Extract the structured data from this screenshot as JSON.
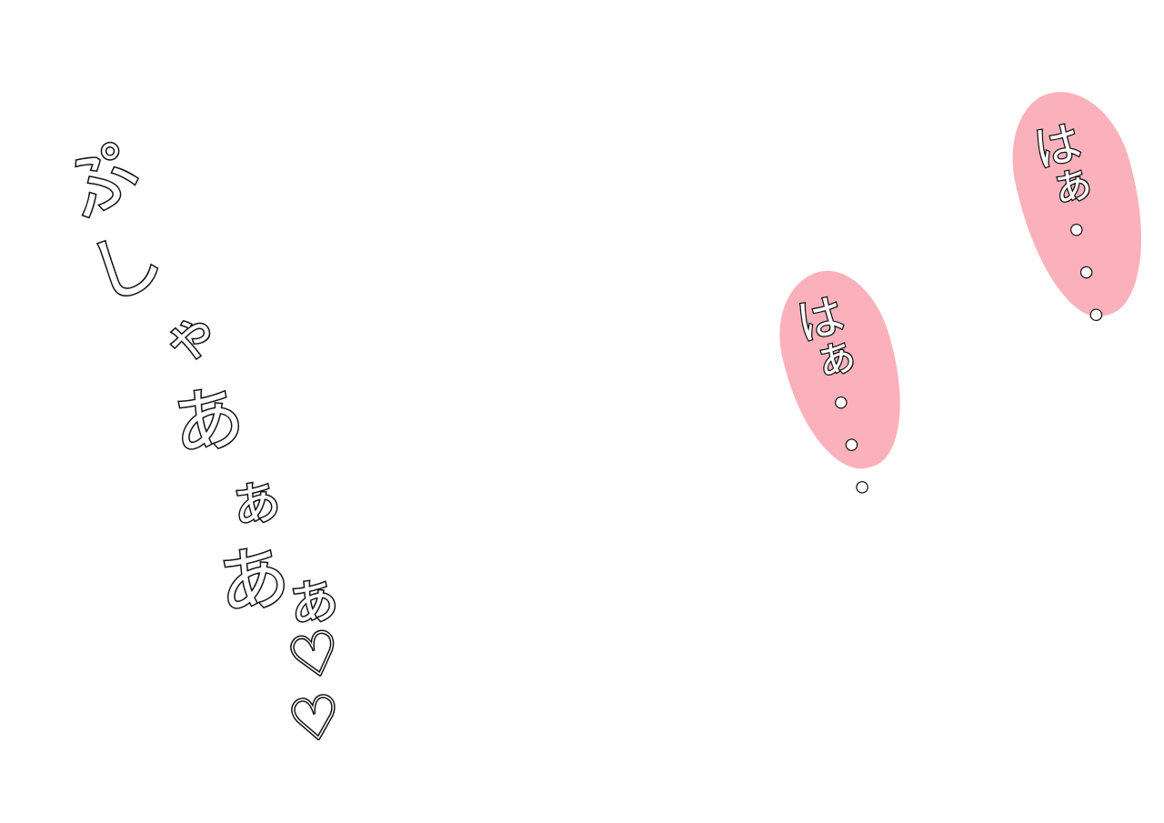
{
  "sound_effect": {
    "chars": [
      "ぷ",
      "し",
      "ゃ",
      "あ",
      "ぁ",
      "あ",
      "ぁ",
      "♡",
      "♡"
    ]
  },
  "pants": [
    {
      "text": "はぁ・・・"
    },
    {
      "text": "はぁ・・・"
    }
  ],
  "colors": {
    "background": "#ffffff",
    "bubble_fill": "#fbb1bb",
    "outline": "#111111",
    "text_fill": "#ffffff"
  }
}
